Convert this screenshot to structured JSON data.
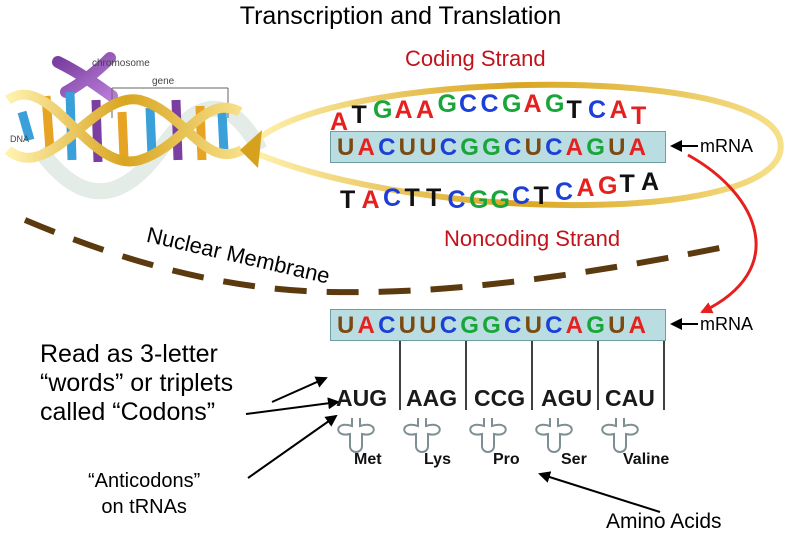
{
  "title": "Transcription and Translation",
  "dna_figure": {
    "chromosome_label": "chromosome",
    "gene_label": "gene",
    "dna_label": "DNA"
  },
  "coding_strand": {
    "label": "Coding Strand",
    "bases": [
      {
        "b": "A",
        "c": "#e5201f"
      },
      {
        "b": "T",
        "c": "#111111"
      },
      {
        "b": "G",
        "c": "#1aa53a"
      },
      {
        "b": "A",
        "c": "#e5201f"
      },
      {
        "b": "A",
        "c": "#e5201f"
      },
      {
        "b": "G",
        "c": "#1aa53a"
      },
      {
        "b": "C",
        "c": "#1c3fd8"
      },
      {
        "b": "C",
        "c": "#1c3fd8"
      },
      {
        "b": "G",
        "c": "#1aa53a"
      },
      {
        "b": "A",
        "c": "#e5201f"
      },
      {
        "b": "G",
        "c": "#1aa53a"
      },
      {
        "b": "T",
        "c": "#111111"
      },
      {
        "b": "C",
        "c": "#1c3fd8"
      },
      {
        "b": "A",
        "c": "#e5201f"
      },
      {
        "b": "T",
        "c": "#e5201f"
      }
    ]
  },
  "noncoding_strand": {
    "label": "Noncoding Strand",
    "bases": [
      {
        "b": "T",
        "c": "#111111"
      },
      {
        "b": "A",
        "c": "#e5201f"
      },
      {
        "b": "C",
        "c": "#1c3fd8"
      },
      {
        "b": "T",
        "c": "#111111"
      },
      {
        "b": "T",
        "c": "#111111"
      },
      {
        "b": "C",
        "c": "#1c3fd8"
      },
      {
        "b": "G",
        "c": "#1aa53a"
      },
      {
        "b": "G",
        "c": "#1aa53a"
      },
      {
        "b": "C",
        "c": "#1c3fd8"
      },
      {
        "b": "T",
        "c": "#111111"
      },
      {
        "b": "C",
        "c": "#1c3fd8"
      },
      {
        "b": "A",
        "c": "#e5201f"
      },
      {
        "b": "G",
        "c": "#e5201f"
      },
      {
        "b": "T",
        "c": "#111111"
      },
      {
        "b": "A",
        "c": "#111111"
      }
    ]
  },
  "mrna": {
    "label": "mRNA",
    "bases": [
      {
        "b": "U",
        "c": "#7b4a12"
      },
      {
        "b": "A",
        "c": "#e5201f"
      },
      {
        "b": "C",
        "c": "#1c3fd8"
      },
      {
        "b": "U",
        "c": "#7b4a12"
      },
      {
        "b": "U",
        "c": "#7b4a12"
      },
      {
        "b": "C",
        "c": "#1c3fd8"
      },
      {
        "b": "G",
        "c": "#1aa53a"
      },
      {
        "b": "G",
        "c": "#1aa53a"
      },
      {
        "b": "C",
        "c": "#1c3fd8"
      },
      {
        "b": "U",
        "c": "#7b4a12"
      },
      {
        "b": "C",
        "c": "#1c3fd8"
      },
      {
        "b": "A",
        "c": "#e5201f"
      },
      {
        "b": "G",
        "c": "#1aa53a"
      },
      {
        "b": "U",
        "c": "#7b4a12"
      },
      {
        "b": "A",
        "c": "#e5201f"
      }
    ]
  },
  "nuclear_membrane": {
    "label": "Nuclear Membrane",
    "color": "#5c3a0f"
  },
  "codons": [
    "AUG",
    "AAG",
    "CCG",
    "AGU",
    "CAU"
  ],
  "amino_acids": [
    "Met",
    "Lys",
    "Pro",
    "Ser",
    "Valine"
  ],
  "annotations": {
    "codons_text": [
      "Read as 3-letter",
      "“words” or triplets",
      "called “Codons”"
    ],
    "anticodons_text": [
      "“Anticodons”",
      "on tRNAs"
    ],
    "amino_acids_text": "Amino Acids"
  },
  "colors": {
    "transport_arrow": "#e5201f",
    "ellipse": "#d6a11d",
    "mrna_box": "#b9dde0"
  }
}
